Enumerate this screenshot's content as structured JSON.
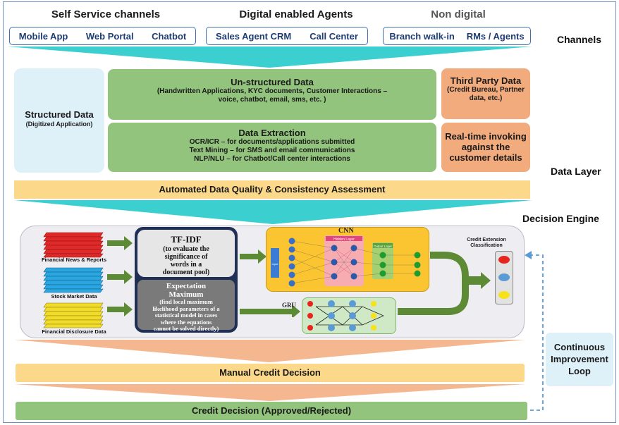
{
  "channels": {
    "groups": [
      {
        "header": "Self Service channels",
        "items": [
          "Mobile App",
          "Web Portal",
          "Chatbot"
        ]
      },
      {
        "header": "Digital enabled Agents",
        "items": [
          "Sales Agent CRM",
          "Call Center"
        ]
      },
      {
        "header": "Non digital",
        "items": [
          "Branch walk-in",
          "RMs / Agents"
        ]
      }
    ],
    "label": "Channels"
  },
  "data_layer": {
    "label": "Data Layer",
    "structured": {
      "title": "Structured Data",
      "sub": "(Digitized Application)"
    },
    "unstructured": {
      "title": "Un-structured Data",
      "sub1": "(Handwritten Applications, KYC documents, Customer Interactions –",
      "sub2": "voice, chatbot, email, sms, etc. )"
    },
    "extraction": {
      "title": "Data Extraction",
      "lines": [
        "OCR/ICR – for documents/applications submitted",
        "Text Mining – for SMS and email communications",
        "NLP/NLU – for Chatbot/Call center interactions"
      ]
    },
    "third_party": {
      "title": "Third Party Data",
      "sub1": "(Credit Bureau, Partner",
      "sub2": "data, etc.)"
    },
    "realtime": {
      "lines": [
        "Real-time invoking",
        "against the",
        "customer details"
      ]
    },
    "quality": "Automated Data Quality & Consistency Assessment"
  },
  "decision_engine": {
    "label": "Decision Engine",
    "sources": [
      "Financial News & Reports",
      "Stock Market Data",
      "Financial Disclosure Data"
    ],
    "tfidf": {
      "title": "TF-IDF",
      "lines": [
        "(to evaluate the",
        "significance of",
        "words in a",
        "document pool)"
      ]
    },
    "em": {
      "title1": "Expectation",
      "title2": "Maximum",
      "lines": [
        "(find local maximum",
        "likelihood parameters of a",
        "statistical model in cases",
        "where the equations",
        "cannot be solved directly)"
      ]
    },
    "cnn": {
      "title": "CNN",
      "hidden": "Hidden Layer",
      "output": "Output Layer",
      "input": "Input"
    },
    "gru": "GRU",
    "classification": {
      "line1": "Credit Extension",
      "line2": "Classification"
    },
    "colors": {
      "red": "#e8241e",
      "blue": "#5b9bd5",
      "yellow": "#f7e21a",
      "cnn_bg": "#fbc531",
      "gru_bg": "#cfe9c6",
      "arrow": "#5d8a35"
    }
  },
  "manual_decision": "Manual Credit Decision",
  "final_decision": "Credit Decision (Approved/Rejected)",
  "improvement": {
    "lines": [
      "Continuous",
      "Improvement",
      "Loop"
    ]
  }
}
